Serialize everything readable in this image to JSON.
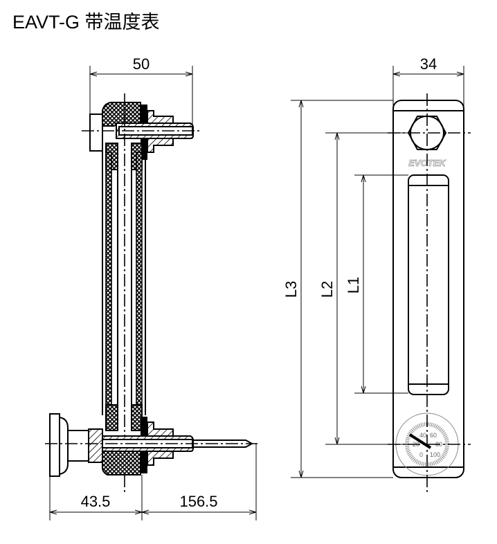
{
  "title": "EAVT-G 带温度表",
  "side_view": {
    "dim_width": "50",
    "dim_left": "43.5",
    "dim_right": "156.5"
  },
  "front_view": {
    "dim_width": "34",
    "dim_L3": "L3",
    "dim_L2": "L2",
    "dim_L1": "L1",
    "logo": "EVOTEK",
    "gauge_labels": [
      "0",
      "20",
      "40",
      "60",
      "80",
      "100"
    ]
  }
}
